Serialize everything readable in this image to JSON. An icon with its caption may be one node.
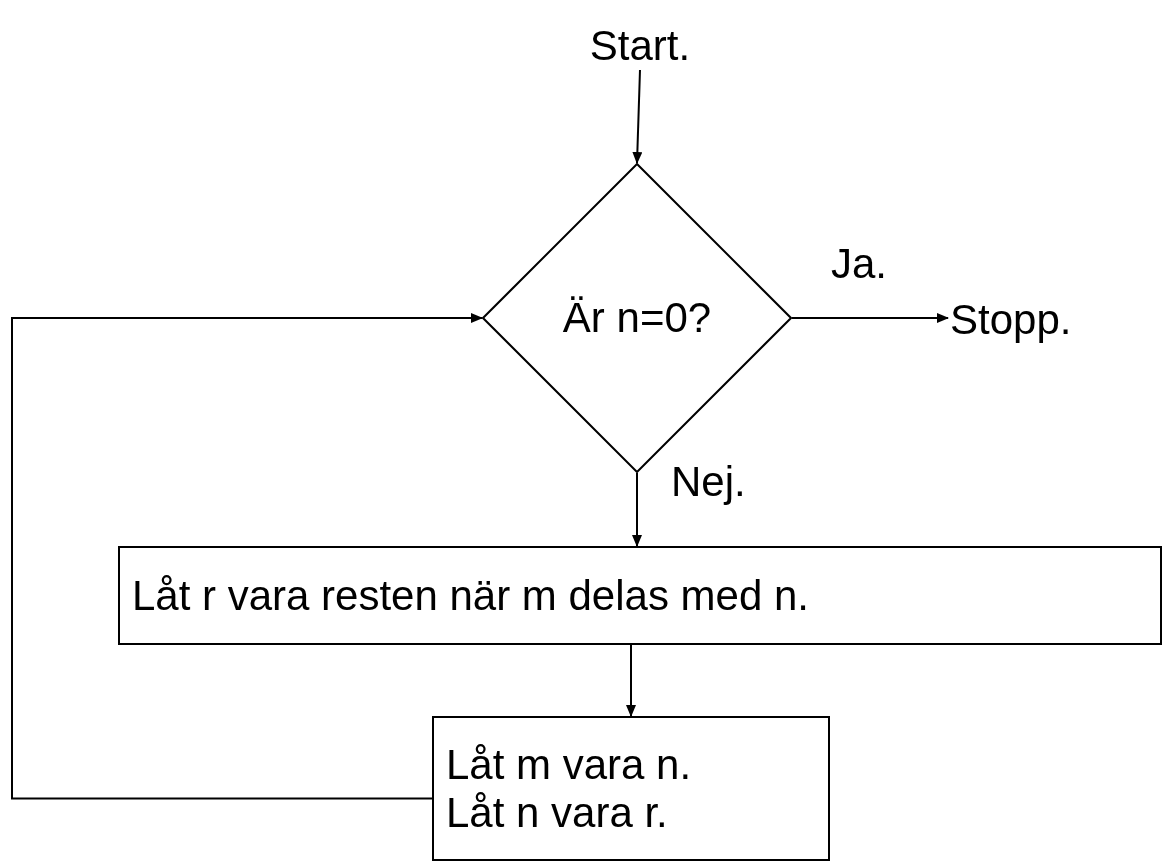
{
  "diagram": {
    "nodes": [
      {
        "text": [
          "Start."
        ]
      },
      {
        "text": [
          "Är n=0?"
        ]
      },
      {
        "text": [
          "Stopp."
        ]
      },
      {
        "text": [
          "Låt r vara resten när m delas med n."
        ]
      },
      {
        "text": [
          "Låt m vara n.",
          "Låt n vara r."
        ]
      }
    ],
    "edges": [
      {
        "from": 0,
        "to": 1,
        "arrow": "to"
      },
      {
        "from": 1,
        "to": 2,
        "arrow": "to",
        "label": "Ja."
      },
      {
        "from": 1,
        "to": 3,
        "arrow": "to",
        "label": "Nej."
      },
      {
        "from": 3,
        "to": 4,
        "arrow": "to"
      },
      {
        "from": 4,
        "to": 1,
        "arrow": "to"
      }
    ]
  }
}
